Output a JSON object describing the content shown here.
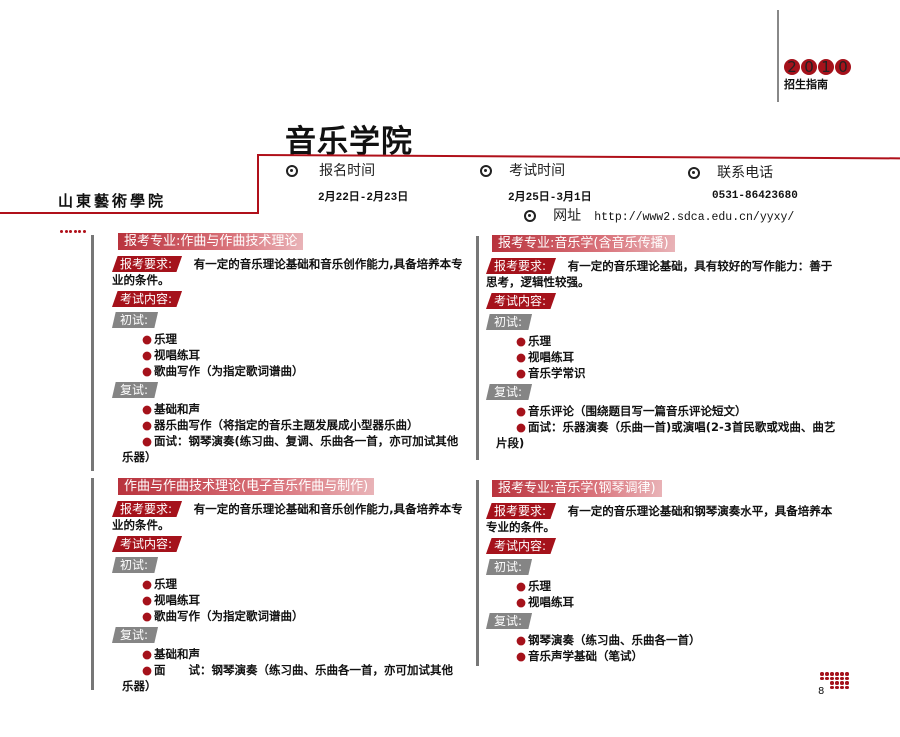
{
  "header": {
    "year_digits": [
      "2",
      "0",
      "1",
      "0"
    ],
    "guide": "招生指南",
    "title": "音乐学院",
    "school_logo": "山東藝術學院",
    "info": [
      {
        "label": "报名时间",
        "value": "2月22日-2月23日"
      },
      {
        "label": "考试时间",
        "value": "2月25日-3月1日"
      },
      {
        "label": "联系电话",
        "value": "0531-86423680"
      }
    ],
    "website": {
      "label": "网址",
      "value": "http://www2.sdca.edu.cn/yyxy/"
    }
  },
  "sections": [
    {
      "title": "报考专业:作曲与作曲技术理论",
      "req_label": "报考要求:",
      "req_text": "有一定的音乐理论基础和音乐创作能力,具备培养本专业的条件。",
      "content_label": "考试内容:",
      "prelim_label": "初试:",
      "prelim": [
        "乐理",
        "视唱练耳",
        "歌曲写作（为指定歌词谱曲）"
      ],
      "retest_label": "复试:",
      "retest": [
        "基础和声",
        "器乐曲写作（将指定的音乐主题发展成小型器乐曲）",
        "面试：钢琴演奏(练习曲、复调、乐曲各一首，亦可加试其他乐器）"
      ]
    },
    {
      "title": "报考专业:音乐学(含音乐传播)",
      "req_label": "报考要求:",
      "req_text": "有一定的音乐理论基础，具有较好的写作能力：善于思考，逻辑性较强。",
      "content_label": "考试内容:",
      "prelim_label": "初试:",
      "prelim": [
        "乐理",
        "视唱练耳",
        "音乐学常识"
      ],
      "retest_label": "复试:",
      "retest": [
        "音乐评论（围绕题目写一篇音乐评论短文）",
        "面试：乐器演奏（乐曲一首)或演唱(2-3首民歌或戏曲、曲艺片段)"
      ]
    },
    {
      "title": "作曲与作曲技术理论(电子音乐作曲与制作)",
      "req_label": "报考要求:",
      "req_text": "有一定的音乐理论基础和音乐创作能力,具备培养本专业的条件。",
      "content_label": "考试内容:",
      "prelim_label": "初试:",
      "prelim": [
        "乐理",
        "视唱练耳",
        "歌曲写作（为指定歌词谱曲）"
      ],
      "retest_label": "复试:",
      "retest": [
        "基础和声",
        "面　　试：钢琴演奏（练习曲、乐曲各一首，亦可加试其他乐器）"
      ]
    },
    {
      "title": "报考专业:音乐学(钢琴调律)",
      "req_label": "报考要求:",
      "req_text": "有一定的音乐理论基础和钢琴演奏水平，具备培养本专业的条件。",
      "content_label": "考试内容:",
      "prelim_label": "初试:",
      "prelim": [
        "乐理",
        "视唱练耳"
      ],
      "retest_label": "复试:",
      "retest": [
        "钢琴演奏（练习曲、乐曲各一首）",
        "音乐声学基础（笔试）"
      ]
    }
  ],
  "page_number": "8"
}
